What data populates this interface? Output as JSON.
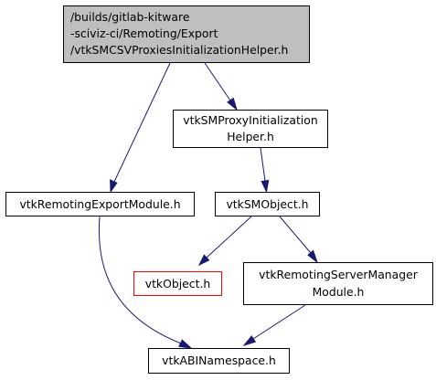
{
  "graph": {
    "nodes": {
      "root": {
        "lines": [
          "/builds/gitlab-kitware",
          "-sciviz-ci/Remoting/Export",
          "/vtkSMCSVProxiesInitializationHelper.h"
        ],
        "style": "root"
      },
      "proxy_init_helper": {
        "lines": [
          "vtkSMProxyInitialization",
          "Helper.h"
        ],
        "style": "normal"
      },
      "remoting_export_module": {
        "lines": [
          "vtkRemotingExportModule.h"
        ],
        "style": "normal"
      },
      "sm_object": {
        "lines": [
          "vtkSMObject.h"
        ],
        "style": "normal"
      },
      "vtk_object": {
        "lines": [
          "vtkObject.h"
        ],
        "style": "missing"
      },
      "remoting_server_manager_module": {
        "lines": [
          "vtkRemotingServerManager",
          "Module.h"
        ],
        "style": "normal"
      },
      "abi_namespace": {
        "lines": [
          "vtkABINamespace.h"
        ],
        "style": "normal"
      }
    },
    "edges": [
      {
        "from": "root",
        "to": "remoting_export_module"
      },
      {
        "from": "root",
        "to": "proxy_init_helper"
      },
      {
        "from": "proxy_init_helper",
        "to": "sm_object"
      },
      {
        "from": "remoting_export_module",
        "to": "abi_namespace"
      },
      {
        "from": "sm_object",
        "to": "vtk_object"
      },
      {
        "from": "sm_object",
        "to": "remoting_server_manager_module"
      },
      {
        "from": "remoting_server_manager_module",
        "to": "abi_namespace"
      }
    ],
    "colors": {
      "edge": "#191970",
      "root_fill": "#bfbfbf",
      "missing_border": "#ff0000",
      "border": "#000000"
    }
  }
}
